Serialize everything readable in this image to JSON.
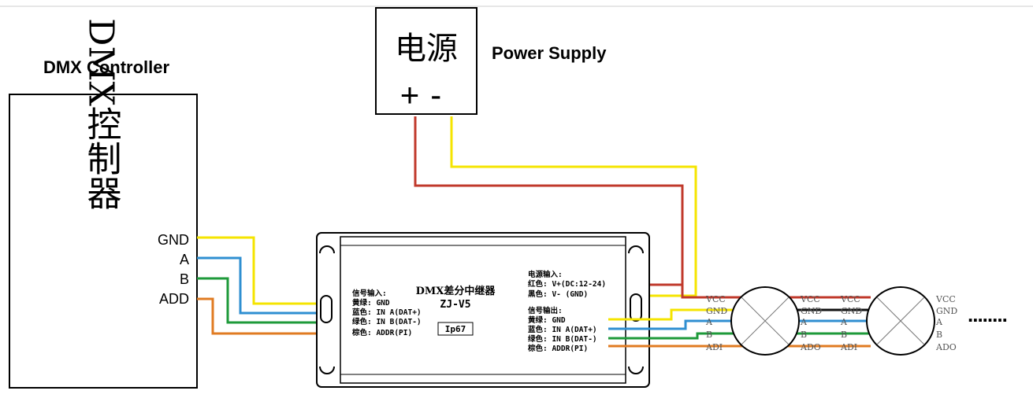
{
  "labels": {
    "dmx_controller": "DMX Controller",
    "power_supply": "Power Supply",
    "dmx_vertical": "DMX控制器",
    "psu_chinese": "电源",
    "psu_terminals": "+-",
    "ctrl_pins": [
      "GND",
      "A",
      "B",
      "ADD"
    ],
    "box_title": "DMX差分中继器",
    "box_model": "ZJ-V5",
    "box_rating": "Ip67",
    "signal_input_title": "信号输入:",
    "signal_input_lines": [
      "黄绿: GND",
      "蓝色: IN A(DAT+)",
      "绿色: IN B(DAT-)",
      "棕色: ADDR(PI)"
    ],
    "power_input_title": "电源输入:",
    "power_input_lines": [
      "红色: V+(DC:12-24)",
      "黑色: V- (GND)"
    ],
    "signal_output_title": "信号输出:",
    "signal_output_lines": [
      "黄绿: GND",
      "蓝色: IN A(DAT+)",
      "绿色: IN B(DAT-)",
      "棕色: ADDR(PI)"
    ],
    "lamp_in_pins": [
      "VCC",
      "GND",
      "A",
      "B",
      "ADI"
    ],
    "lamp_out_pins": [
      "VCC",
      "GND",
      "A",
      "B",
      "ADO"
    ],
    "continuation": "........"
  },
  "colors": {
    "red": "#c0392b",
    "yellow": "#f5e400",
    "blue": "#2f8fd1",
    "green": "#1e9a3a",
    "orange": "#e07b22",
    "black": "#111111"
  }
}
